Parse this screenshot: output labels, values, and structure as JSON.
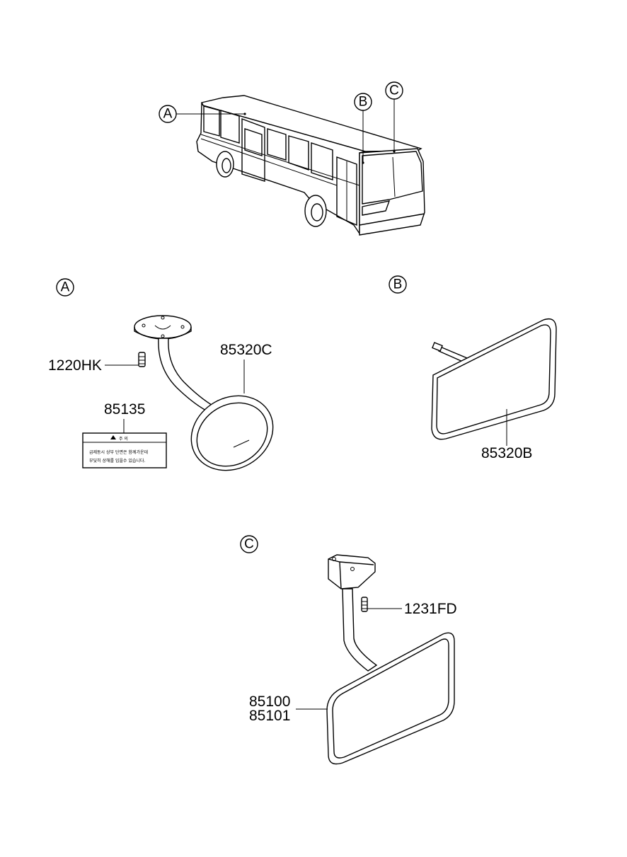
{
  "callouts": {
    "bus_a": "A",
    "bus_b": "B",
    "bus_c": "C",
    "section_a": "A",
    "section_b": "B",
    "section_c": "C"
  },
  "parts": {
    "bolt_a": "1220HK",
    "mirror_round": "85320C",
    "label_plate": "85135",
    "mirror_inner": "85320B",
    "bolt_c": "1231FD",
    "mirror_rear_1": "85100",
    "mirror_rear_2": "85101"
  },
  "label_plate": {
    "title": "주 의",
    "line1": "급제동시 상부 단면은 함께가운데",
    "line2": "부딪히 상해를 입을수 있습니다."
  }
}
